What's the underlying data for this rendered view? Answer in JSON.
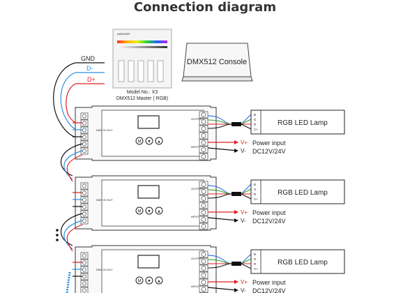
{
  "title": "Connection diagram",
  "master_panel": {
    "brand": "miBOXER",
    "model": "Model No.: X3",
    "name": "DMX512 Master ( RGB)"
  },
  "console": {
    "label": "DMX512 Console"
  },
  "bus_labels": {
    "gnd": "GND",
    "dminus": "D-",
    "dplus": "D+"
  },
  "wire_colors": {
    "gnd": "#111111",
    "dminus": "#2a8fe0",
    "dplus": "#e02020",
    "green": "#2aa02a",
    "blue": "#1a5fe0"
  },
  "decoder": {
    "buttons": [
      "M",
      "▼",
      "▲"
    ],
    "output_label": "OUTPUT",
    "input_label": "INPUT",
    "side_text": "DMX IN OUT"
  },
  "lamp": {
    "label": "RGB LED Lamp",
    "pins": [
      "B",
      "G",
      "R",
      "V+"
    ]
  },
  "power": {
    "vplus": "V+",
    "vminus": "V-",
    "input_label": "Power input",
    "voltage": "DC12V/24V"
  }
}
